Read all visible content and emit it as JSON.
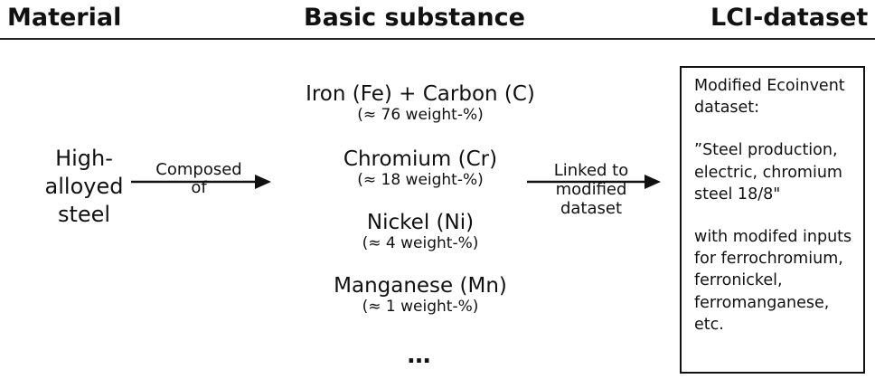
{
  "headers": {
    "material": "Material",
    "basic_substance": "Basic substance",
    "lci_dataset": "LCI-dataset"
  },
  "material": {
    "lines": [
      "High-",
      "alloyed",
      "steel"
    ]
  },
  "arrow1": {
    "lines": [
      "Composed",
      "of"
    ]
  },
  "substances": [
    {
      "name": "Iron (Fe) + Carbon (C)",
      "weight": "(≈ 76 weight-%)"
    },
    {
      "name": "Chromium (Cr)",
      "weight": "(≈ 18 weight-%)"
    },
    {
      "name": "Nickel (Ni)",
      "weight": "(≈ 4 weight-%)"
    },
    {
      "name": "Manganese (Mn)",
      "weight": "(≈ 1 weight-%)"
    }
  ],
  "ellipsis": "…",
  "arrow2": {
    "lines": [
      "Linked to",
      "modified",
      "dataset"
    ]
  },
  "dataset_box": {
    "lines_a": [
      "Modified Ecoinvent",
      "dataset:"
    ],
    "lines_b": [
      "”Steel production,",
      "electric, chromium",
      "steel 18/8\""
    ],
    "lines_c": [
      "with modifed inputs",
      "for ferrochromium,",
      "ferronickel,",
      "ferromanganese,",
      "etc."
    ]
  },
  "colors": {
    "text": "#111111",
    "lines": "#222222",
    "background": "#ffffff"
  }
}
